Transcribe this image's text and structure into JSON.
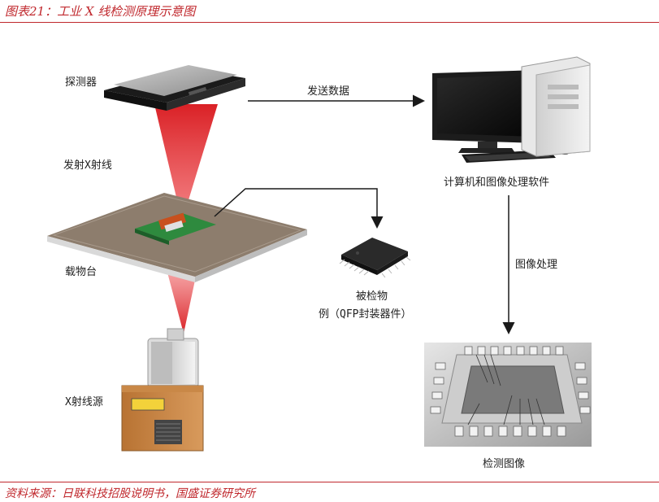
{
  "header": {
    "title": "图表21：工业 X 线检测原理示意图"
  },
  "labels": {
    "detector": "探测器",
    "send_data": "发送数据",
    "emit_xray": "发射X射线",
    "computer": "计算机和图像处理软件",
    "stage": "载物台",
    "object_line1": "被检物",
    "object_line2": "例（QFP封装器件）",
    "image_processing": "图像处理",
    "xray_source": "X射线源",
    "inspection_image": "检测图像"
  },
  "footer": {
    "source": "资料来源：日联科技招股说明书，国盛证券研究所"
  },
  "colors": {
    "accent": "#c0282d",
    "beam": "#e0161b",
    "arrow": "#1a1a1a"
  }
}
